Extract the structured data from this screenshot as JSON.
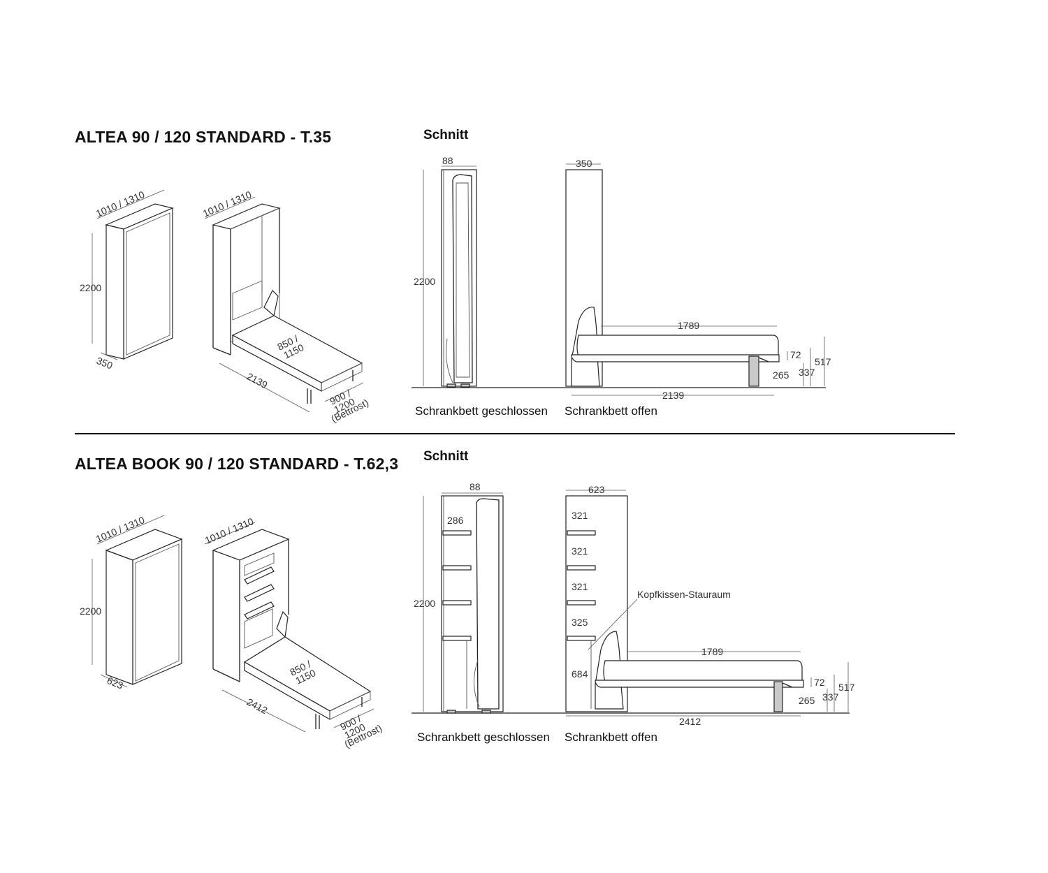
{
  "section1": {
    "title": "ALTEA 90 / 120 STANDARD - T.35",
    "section_label": "Schnitt",
    "iso": {
      "closed_width": "1010 / 1310",
      "closed_height": "2200",
      "closed_depth": "350",
      "open_width": "1010 / 1310",
      "mattress": "850 /\n1150",
      "mattress_l1": "850 /",
      "mattress_l2": "1150",
      "length": "2139",
      "slat_l1": "900 /",
      "slat_l2": "1200",
      "slat_l3": "(Bettrost)"
    },
    "closed": {
      "top": "88",
      "height": "2200",
      "caption": "Schrankbett geschlossen"
    },
    "open": {
      "top": "350",
      "mattress_len": "1789",
      "overall": "2139",
      "d72": "72",
      "d265": "265",
      "d337": "337",
      "d517": "517",
      "caption": "Schrankbett offen"
    }
  },
  "section2": {
    "title": "ALTEA BOOK 90 / 120 STANDARD - T.62,3",
    "section_label": "Schnitt",
    "iso": {
      "closed_width": "1010 / 1310",
      "closed_height": "2200",
      "closed_depth": "623",
      "open_width": "1010 / 1310",
      "mattress_l1": "850 /",
      "mattress_l2": "1150",
      "length": "2412",
      "slat_l1": "900 /",
      "slat_l2": "1200",
      "slat_l3": "(Bettrost)"
    },
    "closed": {
      "top": "88",
      "shelf": "286",
      "height": "2200",
      "caption": "Schrankbett geschlossen"
    },
    "open": {
      "top": "623",
      "s1": "321",
      "s2": "321",
      "s3": "321",
      "s4": "325",
      "d684": "684",
      "storage": "Kopfkissen-Stauraum",
      "mattress_len": "1789",
      "overall": "2412",
      "d72": "72",
      "d265": "265",
      "d337": "337",
      "d517": "517",
      "caption": "Schrankbett offen"
    }
  }
}
